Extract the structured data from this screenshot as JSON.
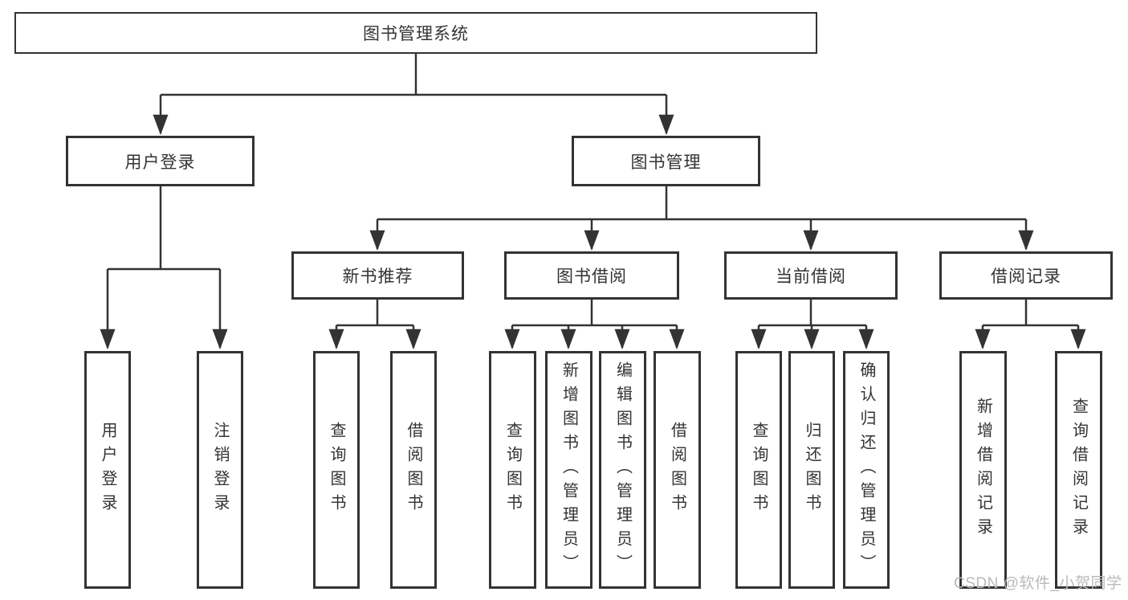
{
  "colors": {
    "line": "#333333",
    "node_border": "#333333",
    "node_background": "#ffffff",
    "text": "#333333",
    "watermark_text": "#b9b9b9",
    "page_background": "#ffffff"
  },
  "diagram": {
    "type": "tree",
    "root": {
      "label": "图书管理系统"
    },
    "branches": [
      {
        "label": "用户登录",
        "children": [
          {
            "label": "用户登录"
          },
          {
            "label": "注销登录"
          }
        ]
      },
      {
        "label": "图书管理",
        "children": [
          {
            "label": "新书推荐",
            "children": [
              {
                "label": "查询图书"
              },
              {
                "label": "借阅图书"
              }
            ]
          },
          {
            "label": "图书借阅",
            "children": [
              {
                "label": "查询图书"
              },
              {
                "label": "新增图书（管理员）"
              },
              {
                "label": "编辑图书（管理员）"
              },
              {
                "label": "借阅图书"
              }
            ]
          },
          {
            "label": "当前借阅",
            "children": [
              {
                "label": "查询图书"
              },
              {
                "label": "归还图书"
              },
              {
                "label": "确认归还（管理员）"
              }
            ]
          },
          {
            "label": "借阅记录",
            "children": [
              {
                "label": "新增借阅记录"
              },
              {
                "label": "查询借阅记录"
              }
            ]
          }
        ]
      }
    ]
  },
  "watermark": {
    "text": "CSDN @软件_小贺同学"
  }
}
